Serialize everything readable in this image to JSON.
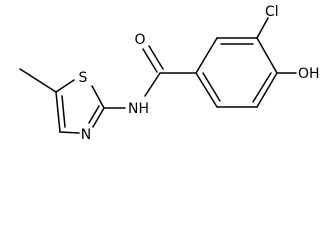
{
  "molecule": {
    "atoms": {
      "O_carbonyl": "O",
      "NH": "NH",
      "S": "S",
      "N_ring": "N",
      "Cl": "Cl",
      "OH": "OH"
    }
  },
  "colors": {
    "bond": "#000000",
    "label": "#000000",
    "background": "#ffffff"
  }
}
